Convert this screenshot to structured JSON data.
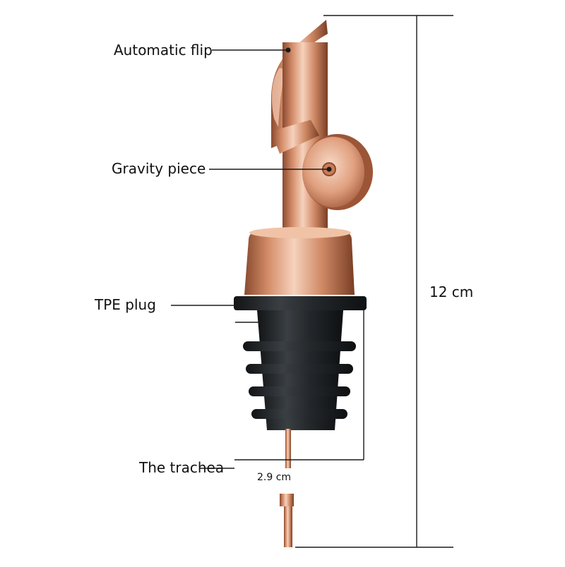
{
  "labels": {
    "automatic_flip": "Automatic flip",
    "gravity_piece": "Gravity piece",
    "tpe_plug": "TPE plug",
    "trachea": "The trachea",
    "height": "12 cm",
    "width": "2.9 cm"
  },
  "colors": {
    "copper_light": "#f6d2bd",
    "copper_mid": "#d58e6a",
    "copper_dark": "#8a4a2f",
    "rubber": "#24282b",
    "rubber_dark": "#121416",
    "line": "#1a1a1a"
  }
}
